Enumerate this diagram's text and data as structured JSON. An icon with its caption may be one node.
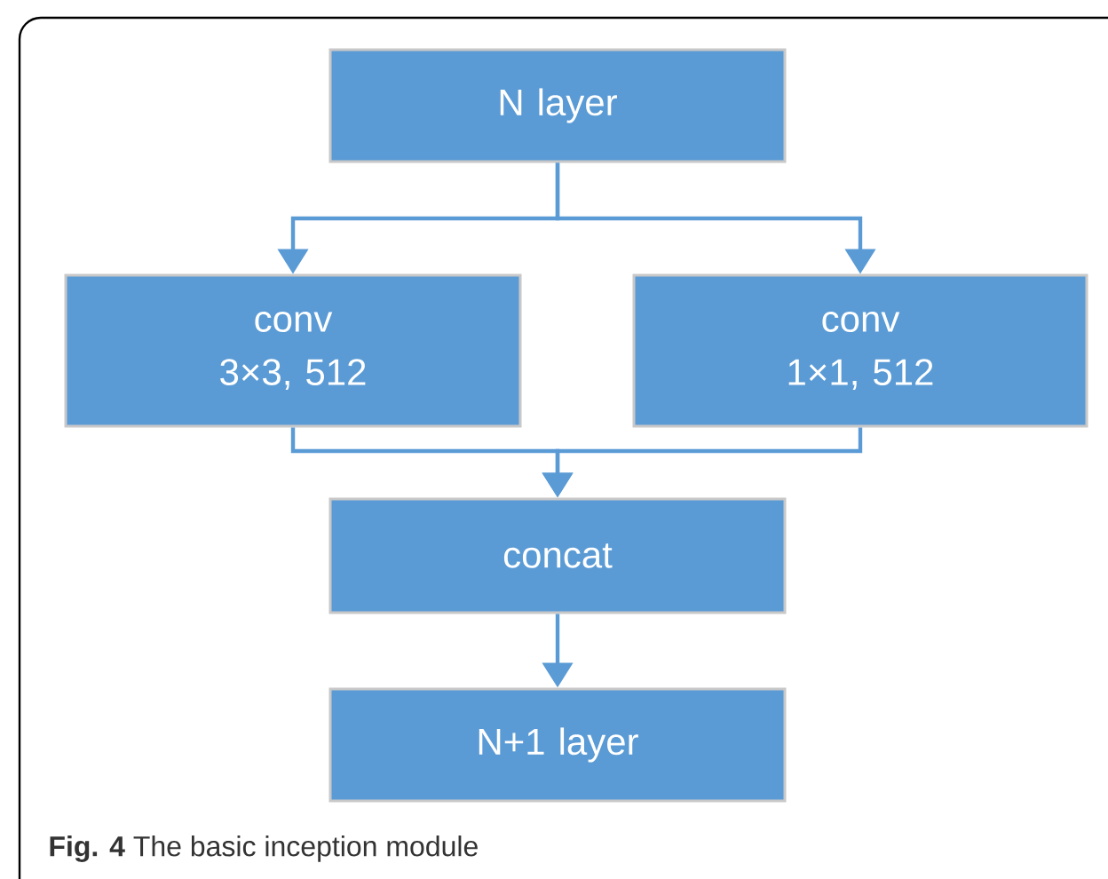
{
  "diagram": {
    "caption": "**Fig. 4** The basic inception module",
    "nodes": [
      {
        "text": [
          "N layer"
        ]
      },
      {
        "text": [
          "conv 3×3, 512"
        ]
      },
      {
        "text": [
          "conv 1×1, 512"
        ]
      },
      {
        "text": [
          "concat"
        ]
      },
      {
        "text": [
          "N+1 layer"
        ]
      }
    ],
    "edges": [
      {
        "from": 0,
        "to": 1,
        "arrow": "to"
      },
      {
        "from": 0,
        "to": 2,
        "arrow": "to"
      },
      {
        "from": 1,
        "to": 3,
        "arrow": "to"
      },
      {
        "from": 2,
        "to": 3,
        "arrow": "to"
      },
      {
        "from": 3,
        "to": 4,
        "arrow": "to"
      }
    ]
  }
}
